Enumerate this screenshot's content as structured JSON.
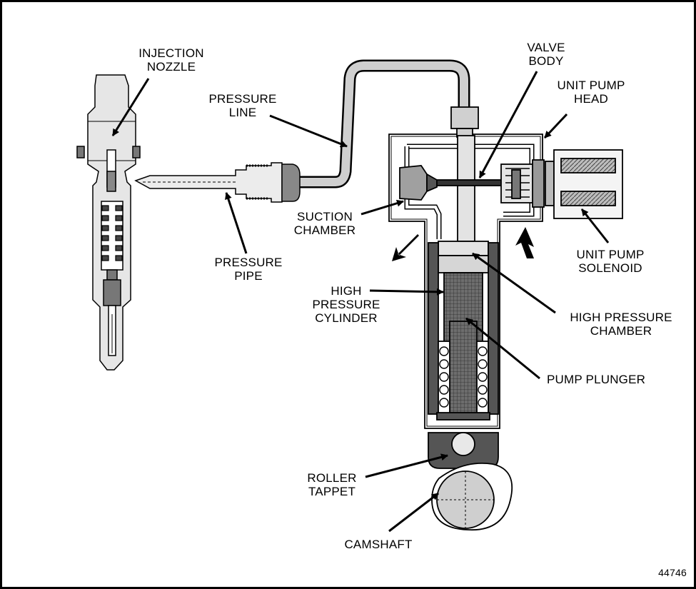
{
  "labels": {
    "injection_nozzle": "INJECTION\nNOZZLE",
    "pressure_line": "PRESSURE\nLINE",
    "valve_body": "VALVE\nBODY",
    "unit_pump_head": "UNIT PUMP\nHEAD",
    "suction_chamber": "SUCTION\nCHAMBER",
    "pressure_pipe": "PRESSURE\nPIPE",
    "unit_pump_solenoid": "UNIT PUMP\nSOLENOID",
    "high_pressure_cylinder": "HIGH\nPRESSURE\nCYLINDER",
    "high_pressure_chamber": "HIGH PRESSURE\nCHAMBER",
    "pump_plunger": "PUMP PLUNGER",
    "roller_tappet": "ROLLER\nTAPPET",
    "camshaft": "CAMSHAFT"
  },
  "figure_number": "44746",
  "colors": {
    "line": "#000000",
    "fill_light": "#d9d9d9",
    "fill_mid": "#a8a8a8",
    "fill_dark": "#555555",
    "background": "#ffffff"
  }
}
